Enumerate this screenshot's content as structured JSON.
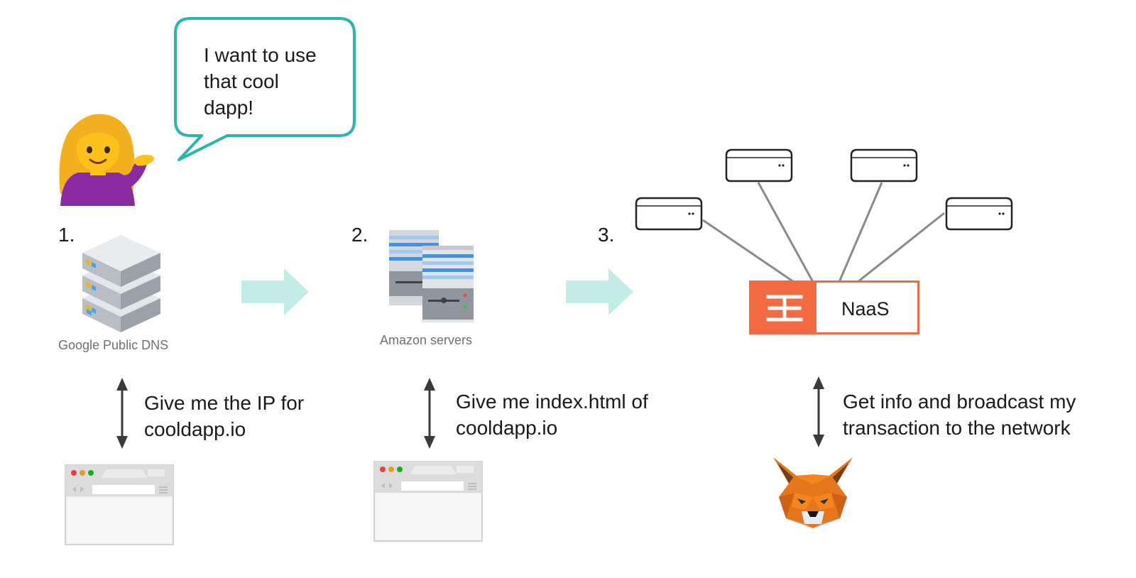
{
  "speech_bubble": {
    "text_line1": "I want to use",
    "text_line2": "that cool",
    "text_line3": "dapp!"
  },
  "steps": [
    {
      "number": "1.",
      "server_label": "Google Public DNS",
      "request_line1": "Give me the IP for",
      "request_line2": "cooldapp.io"
    },
    {
      "number": "2.",
      "server_label": "Amazon servers",
      "request_line1": "Give me index.html of",
      "request_line2": "cooldapp.io"
    },
    {
      "number": "3.",
      "server_label": "NaaS",
      "request_line1": "Get info and broadcast my",
      "request_line2": "transaction to the network"
    }
  ],
  "icons": {
    "user": "woman-tipping-hand-icon",
    "dns_server": "server-stack-icon",
    "amazon_server": "server-rack-icon",
    "naas_logo": "naas-logo-icon",
    "node": "node-box-icon",
    "browser": "browser-window-icon",
    "wallet": "metamask-fox-icon",
    "arrow": "right-arrow-icon"
  },
  "colors": {
    "bubble_border": "#2bb5ad",
    "flow_arrow": "#c3ebe8",
    "naas_orange": "#f36a42",
    "connector_line": "#8a8a8a",
    "double_arrow": "#3a3a3a"
  }
}
